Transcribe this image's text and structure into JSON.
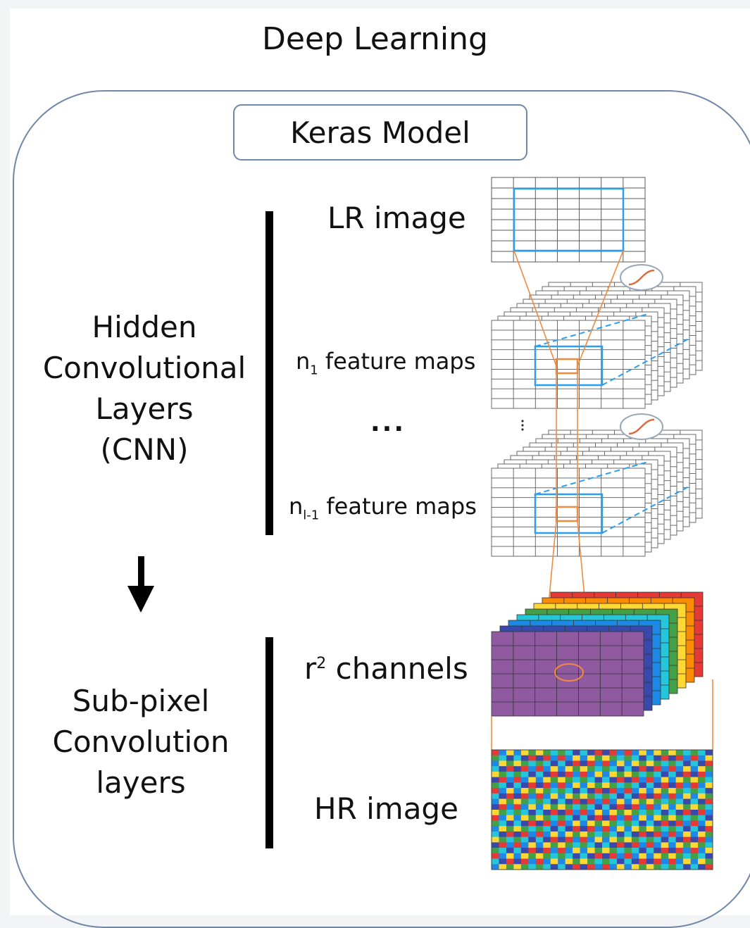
{
  "title": "Deep Learning",
  "model_box": "Keras Model",
  "hidden_group": {
    "lines": [
      "Hidden",
      "Convolutional",
      "Layers",
      "(CNN)"
    ]
  },
  "subpixel_group": {
    "lines": [
      "Sub-pixel",
      "Convolution",
      "layers"
    ]
  },
  "labels": {
    "lr_image": "LR image",
    "n1_base": "n",
    "n1_sub": "1",
    "n1_text": " feature maps",
    "ell_dots": "...",
    "nl_base": "n",
    "nl_sub": "l-1",
    "nl_text": " feature maps",
    "r2_base": "r",
    "r2_sup": "2",
    "r2_text": " channels",
    "hr_image": "HR image"
  },
  "colors": {
    "grid_line": "#5a5a5a",
    "highlight_blue": "#2a9df4",
    "highlight_orange": "#f08a3e",
    "purple": "#8f5aa0",
    "channel_colors": [
      "#e53935",
      "#fb8c00",
      "#fdd835",
      "#43a047",
      "#26c6da",
      "#1e88e5",
      "#3949ab"
    ],
    "hr_colors": [
      "#e53935",
      "#1e88e5",
      "#fdd835",
      "#43a047",
      "#26c6da",
      "#3949ab"
    ]
  }
}
